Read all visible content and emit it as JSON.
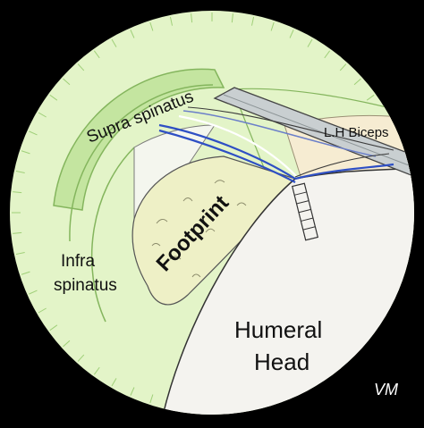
{
  "labels": {
    "supraspinatus": "Supra spinatus",
    "infraspinatus_line1": "Infra",
    "infraspinatus_line2": "spinatus",
    "footprint": "Footprint",
    "biceps": "L.H Biceps",
    "humeral_line1": "Humeral",
    "humeral_line2": "Head",
    "signature": "VM"
  },
  "colors": {
    "background": "#000000",
    "outer_field": "#e3f4c8",
    "muscle_band": "#bfe196",
    "footprint": "#eef0c6",
    "humeral_head": "#f4f3ef",
    "suture_blue": "#2e4fc4",
    "instrument": "#c9cfd1"
  }
}
